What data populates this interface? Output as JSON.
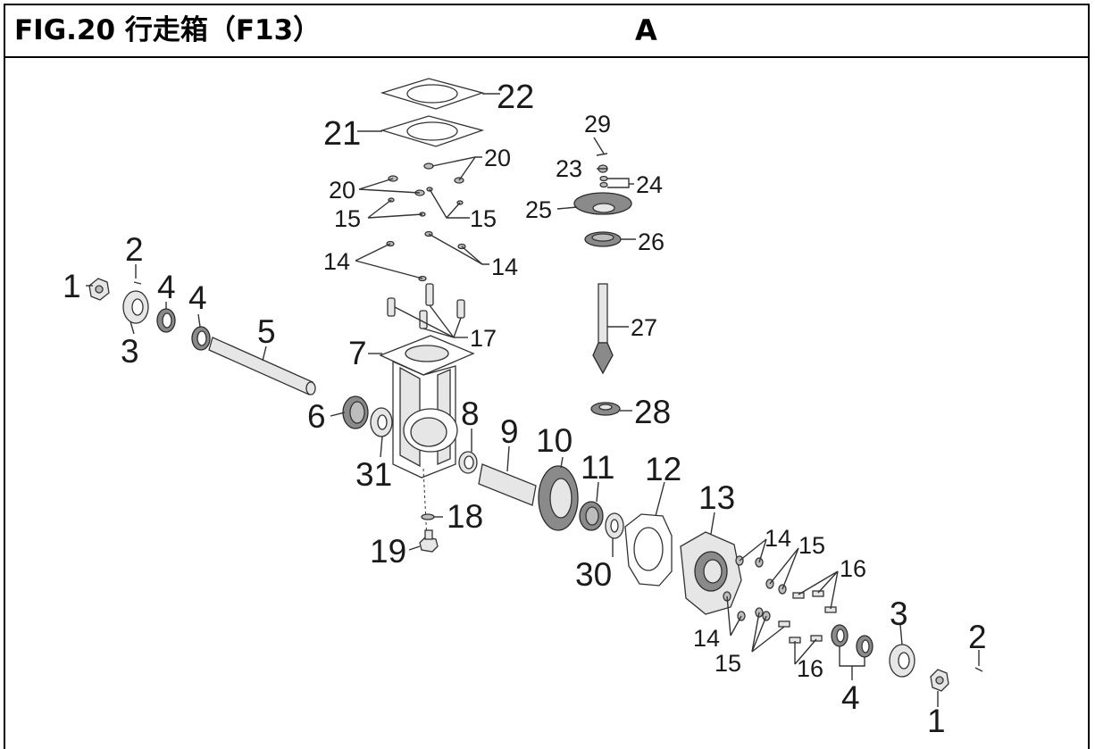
{
  "header": {
    "title": "FIG.20  行走箱（F13）",
    "view_label": "A"
  },
  "callouts": {
    "c1a": "1",
    "c2a": "2",
    "c3a": "3",
    "c4a": "4",
    "c4b": "4",
    "c5": "5",
    "c6": "6",
    "c7": "7",
    "c8": "8",
    "c9": "9",
    "c10": "10",
    "c11": "11",
    "c12": "12",
    "c13": "13",
    "c14a": "14",
    "c14b": "14",
    "c14c": "14",
    "c14d": "14",
    "c15a": "15",
    "c15b": "15",
    "c15c": "15",
    "c15d": "15",
    "c16a": "16",
    "c16b": "16",
    "c17": "17",
    "c18": "18",
    "c19": "19",
    "c20a": "20",
    "c20b": "20",
    "c21": "21",
    "c22": "22",
    "c23": "23",
    "c24": "24",
    "c25": "25",
    "c26": "26",
    "c27": "27",
    "c28": "28",
    "c29": "29",
    "c30": "30",
    "c31": "31",
    "c3b": "3",
    "c4c": "4",
    "c1b": "1",
    "c2b": "2"
  }
}
